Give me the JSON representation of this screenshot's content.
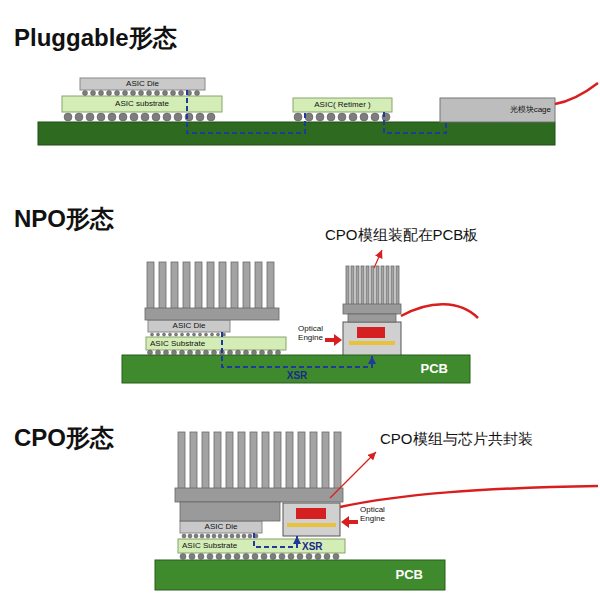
{
  "diagram": {
    "nodes": [
      {
        "text": [
          "ASIC Die"
        ]
      },
      {
        "text": [
          "ASIC substrate"
        ]
      },
      {
        "text": [
          "ASIC( Retimer )"
        ]
      },
      {
        "text": [
          "光模块cage"
        ]
      },
      {
        "text": [
          "ASIC Die"
        ]
      },
      {
        "text": [
          "ASIC Substrate"
        ]
      },
      {
        "text": [
          "Optical Engine"
        ]
      },
      {
        "text": [
          "PCB"
        ]
      },
      {
        "text": [
          "ASIC Die"
        ]
      },
      {
        "text": [
          "ASIC Substrate"
        ]
      },
      {
        "text": [
          "Optical Engine"
        ]
      },
      {
        "text": [
          "PCB"
        ]
      }
    ],
    "edges": [
      {
        "from": 0,
        "to": 2,
        "arrow": "none"
      },
      {
        "from": 2,
        "to": 3,
        "arrow": "none"
      },
      {
        "from": 4,
        "to": 6,
        "label": "XSR",
        "arrow": "to"
      },
      {
        "from": 8,
        "to": 10,
        "label": "XSR",
        "arrow": "to"
      }
    ],
    "labels": [
      "Pluggable形态",
      "NPO形态",
      "CPO模组装配在PCB板",
      "CPO形态",
      "CPO模组与芯片共封装"
    ]
  }
}
